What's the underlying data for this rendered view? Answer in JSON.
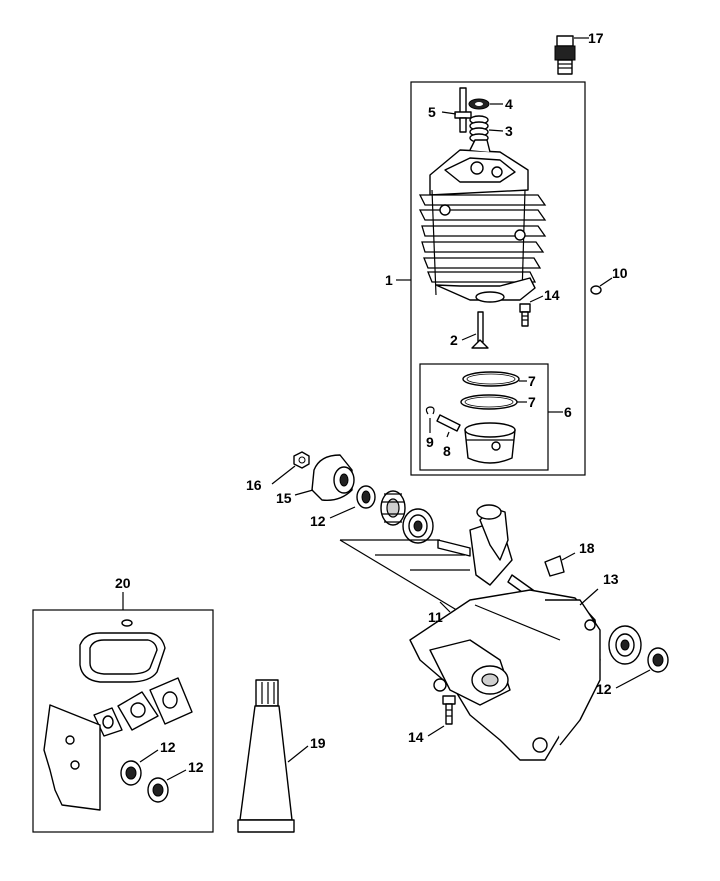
{
  "labels": {
    "l1": "1",
    "l2": "2",
    "l3": "3",
    "l4": "4",
    "l5": "5",
    "l6": "6",
    "l7a": "7",
    "l7b": "7",
    "l8": "8",
    "l9": "9",
    "l10": "10",
    "l11": "11",
    "l12a": "12",
    "l12b": "12",
    "l12c": "12",
    "l12d": "12",
    "l13": "13",
    "l14a": "14",
    "l14b": "14",
    "l15": "15",
    "l16": "16",
    "l17": "17",
    "l18": "18",
    "l19": "19",
    "l20": "20"
  }
}
